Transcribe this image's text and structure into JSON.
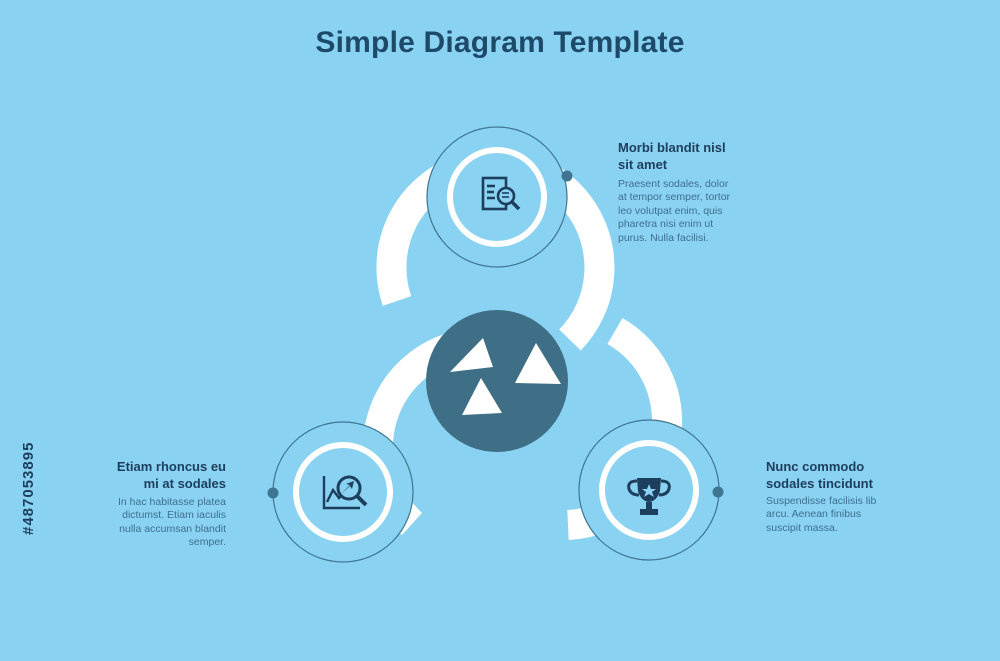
{
  "title": "Simple Diagram Template",
  "stock_id": "#487053895",
  "colors": {
    "background": "#8ad2f2",
    "ring": "#ffffff",
    "circle_fill": "#8ad2f2",
    "outline": "#3f7590",
    "center": "#3e6f87",
    "heading": "#1d3e5c",
    "text": "#3f6f8d"
  },
  "steps": [
    {
      "icon": "document-search-icon",
      "heading": [
        "Morbi blandit nisl",
        "sit amet"
      ],
      "text": [
        "Praesent sodales, dolor",
        "at tempor semper, tortor",
        "leo volutpat enim, quis",
        "pharetra nisi enim ut",
        "purus. Nulla facilisi."
      ]
    },
    {
      "icon": "chart-magnifier-icon",
      "heading": [
        "Etiam rhoncus eu",
        "mi at sodales"
      ],
      "text": [
        "In hac habitasse platea",
        "dictumst. Etiam iaculis",
        "nulla accumsan blandit",
        "semper."
      ]
    },
    {
      "icon": "trophy-icon",
      "heading": [
        "Nunc commodo",
        "sodales tincidunt"
      ],
      "text": [
        "Suspendisse facilisis lib",
        "arcu. Aenean finibus",
        "suscipit massa."
      ]
    }
  ]
}
